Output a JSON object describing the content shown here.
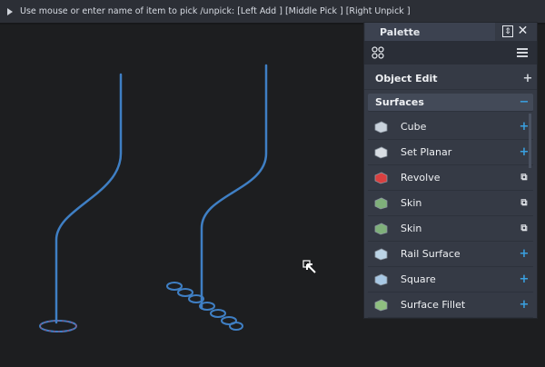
{
  "prompt": {
    "text": "Use mouse or enter name of item to pick /unpick: [Left Add ] [Middle Pick ] [Right Unpick ]"
  },
  "palette": {
    "title": "Palette",
    "sections": [
      {
        "label": "Object Edit",
        "toggle": "+"
      },
      {
        "label": "Surfaces",
        "toggle": "−"
      }
    ],
    "items": [
      {
        "label": "Cube",
        "action": "+",
        "icon": "cube-icon",
        "color": "#c9d2dc"
      },
      {
        "label": "Set Planar",
        "action": "+",
        "icon": "set-planar-icon",
        "color": "#d8dde3"
      },
      {
        "label": "Revolve",
        "action": "⧉",
        "icon": "revolve-icon",
        "color": "#d94040"
      },
      {
        "label": "Skin",
        "action": "⧉",
        "icon": "skin-icon",
        "color": "#7fb07a"
      },
      {
        "label": "Skin",
        "action": "⧉",
        "icon": "skin-icon",
        "color": "#7fb07a"
      },
      {
        "label": "Rail Surface",
        "action": "+",
        "icon": "rail-surface-icon",
        "color": "#bcd4e6"
      },
      {
        "label": "Square",
        "action": "+",
        "icon": "square-surface-icon",
        "color": "#a8c8e4"
      },
      {
        "label": "Surface Fillet",
        "action": "+",
        "icon": "surface-fillet-icon",
        "color": "#8fbf80"
      }
    ]
  },
  "colors": {
    "curve": "#3f7fc4",
    "accent": "#3aa0e0"
  }
}
